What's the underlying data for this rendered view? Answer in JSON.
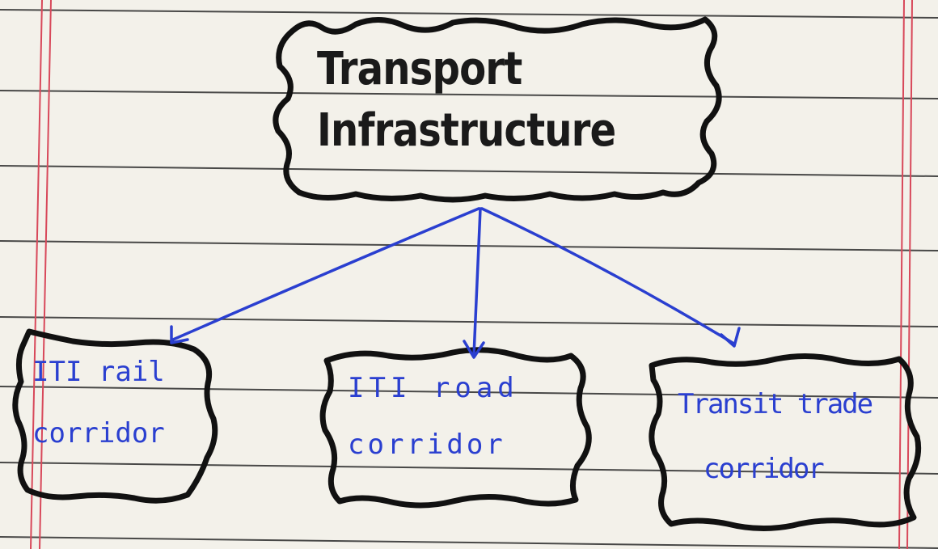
{
  "diagram": {
    "root": {
      "lines": [
        "Transport",
        "Infrastructure"
      ]
    },
    "children": [
      {
        "lines": [
          "ITI rail",
          "corridor"
        ]
      },
      {
        "lines": [
          "ITI road",
          "corridor"
        ]
      },
      {
        "lines": [
          "Transit trade",
          "corridor"
        ]
      }
    ]
  },
  "colors": {
    "paper": "#f3f1ea",
    "rule_line": "#2b2b2b",
    "margin_line": "#d8485a",
    "box_ink": "#111111",
    "arrow_ink": "#2a3fd0",
    "root_text": "#1a1a1a",
    "child_text": "#2a3fd0"
  }
}
